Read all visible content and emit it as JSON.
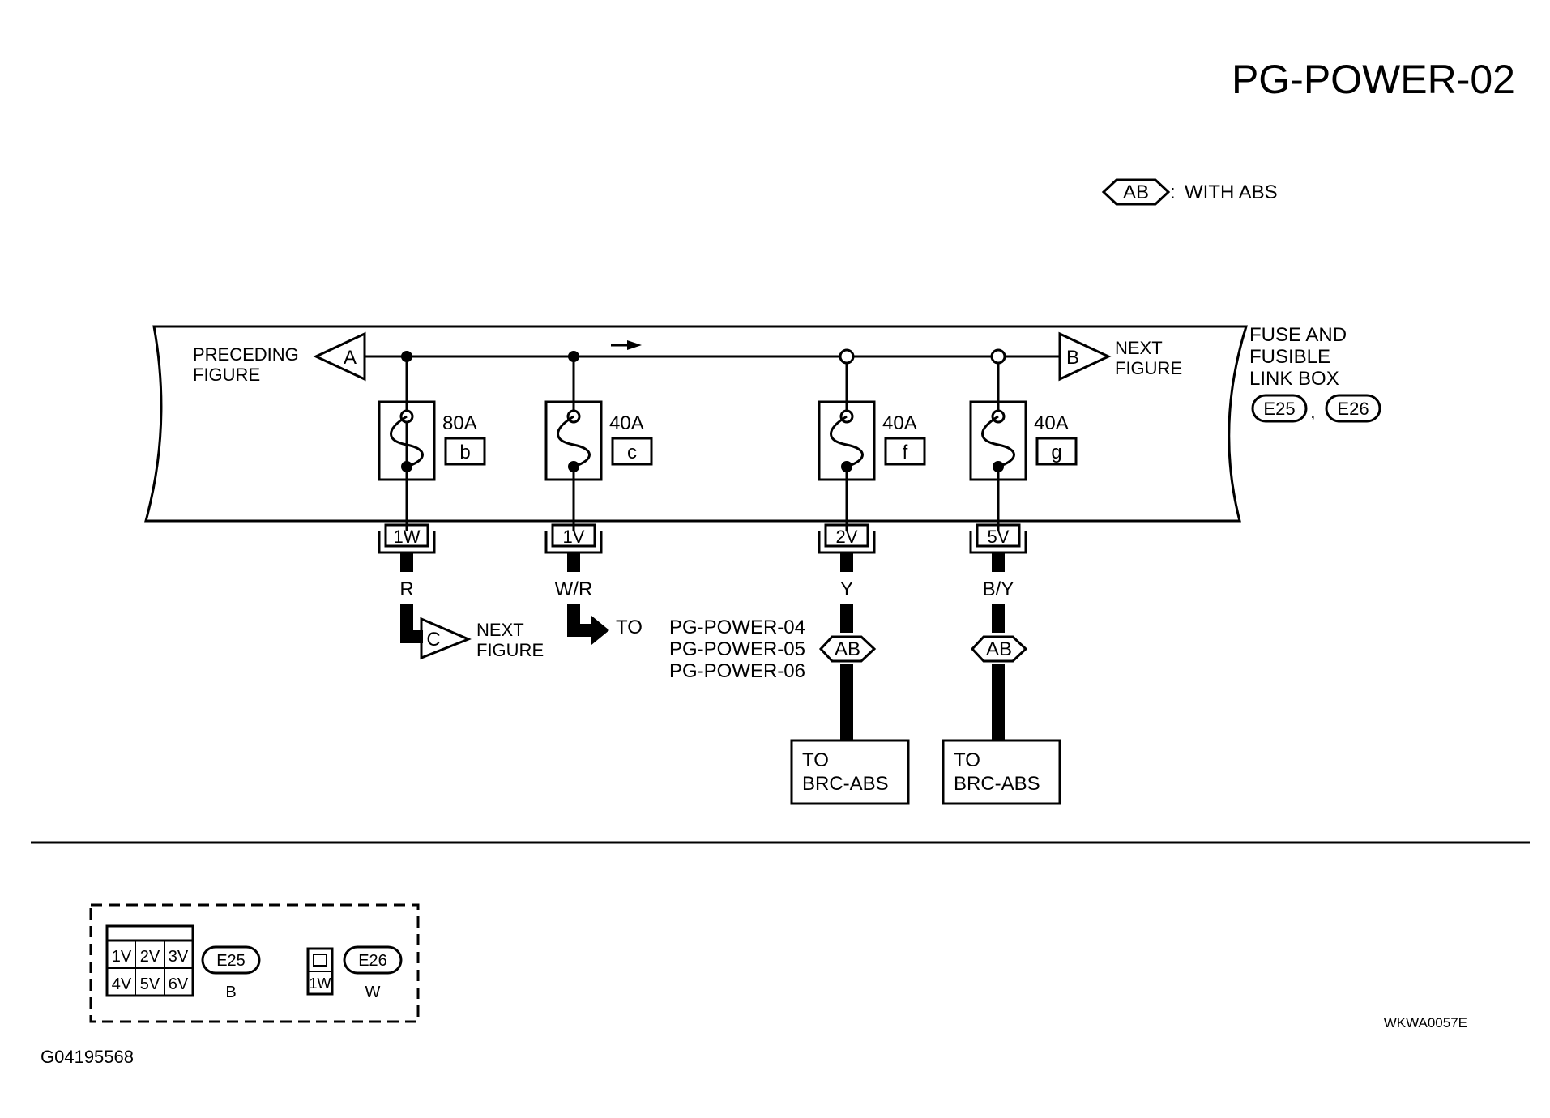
{
  "diagram_id": "PG-POWER-02",
  "legend": {
    "symbol": "AB",
    "colon": ":",
    "text": "WITH ABS"
  },
  "box": {
    "label_line1": "FUSE AND",
    "label_line2": "FUSIBLE",
    "label_line3": "LINK BOX",
    "connector1": "E25",
    "separator": ",",
    "connector2": "E26"
  },
  "bus": {
    "left_connector": "A",
    "left_text_line1": "PRECEDING",
    "left_text_line2": "FIGURE",
    "right_connector": "B",
    "right_text_line1": "NEXT",
    "right_text_line2": "FIGURE"
  },
  "fuses": [
    {
      "rating": "80A",
      "id": "b",
      "terminal": "1W",
      "wire_color": "R"
    },
    {
      "rating": "40A",
      "id": "c",
      "terminal": "1V",
      "wire_color": "W/R"
    },
    {
      "rating": "40A",
      "id": "f",
      "terminal": "2V",
      "wire_color": "Y"
    },
    {
      "rating": "40A",
      "id": "g",
      "terminal": "5V",
      "wire_color": "B/Y"
    }
  ],
  "outputs": {
    "r": {
      "connector": "C",
      "text_line1": "NEXT",
      "text_line2": "FIGURE"
    },
    "wr": {
      "to": "TO",
      "line1": "PG-POWER-04",
      "line2": "PG-POWER-05",
      "line3": "PG-POWER-06"
    },
    "y": {
      "option": "AB",
      "box_line1": "TO",
      "box_line2": "BRC-ABS"
    },
    "by": {
      "option": "AB",
      "box_line1": "TO",
      "box_line2": "BRC-ABS"
    }
  },
  "connector_views": {
    "e25": {
      "cells": [
        "1V",
        "2V",
        "3V",
        "4V",
        "5V",
        "6V"
      ],
      "name": "E25",
      "color": "B"
    },
    "e26": {
      "cell": "1W",
      "name": "E26",
      "color": "W"
    }
  },
  "footer": {
    "figure_code": "WKWA0057E",
    "image_code": "G04195568"
  }
}
